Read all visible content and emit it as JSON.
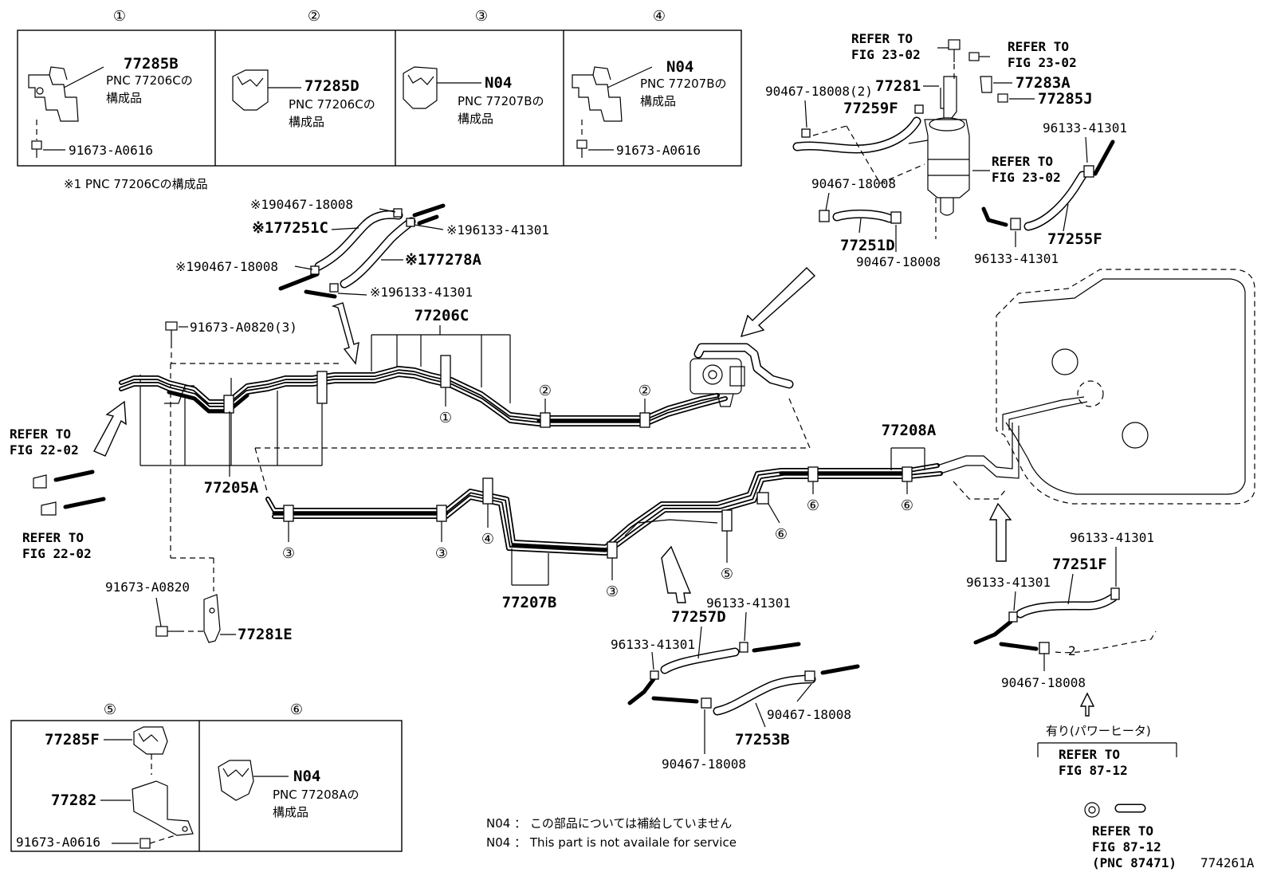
{
  "detail_panels": {
    "top": [
      {
        "index": "①",
        "part": "77285B",
        "pnc": "PNC 77206Cの",
        "note": "構成品",
        "bolt": "91673-A0616"
      },
      {
        "index": "②",
        "part": "77285D",
        "pnc": "PNC 77206Cの",
        "note": "構成品"
      },
      {
        "index": "③",
        "part": "N04",
        "pnc": "PNC 77207Bの",
        "note": "構成品"
      },
      {
        "index": "④",
        "part": "N04",
        "pnc": "PNC 77207Bの",
        "note": "構成品",
        "bolt": "91673-A0616"
      }
    ],
    "bottom": [
      {
        "index": "⑤",
        "parts": [
          "77285F",
          "77282",
          "91673-A0616"
        ]
      },
      {
        "index": "⑥",
        "part": "N04",
        "pnc": "PNC 77208Aの",
        "note": "構成品"
      }
    ]
  },
  "footnote_star1": "※1 PNC 77206Cの構成品",
  "star_parts": [
    "※190467-18008",
    "※177251C",
    "※196133-41301",
    "※190467-18008",
    "※177278A",
    "※196133-41301"
  ],
  "labels": {
    "p91673_A0820_3": "91673-A0820(3)",
    "p77206C": "77206C",
    "p77205A": "77205A",
    "p77207B": "77207B",
    "p77208A": "77208A",
    "p91673_A0820": "91673-A0820",
    "p77281E": "77281E",
    "p96133_a": "96133-41301",
    "p77257D": "77257D",
    "p96133_b": "96133-41301",
    "p90467_a": "90467-18008",
    "p77253B": "77253B",
    "p90467_b": "90467-18008",
    "p96133_c": "96133-41301",
    "p77251F": "77251F",
    "p96133_d": "96133-41301",
    "p90467_c": "90467-18008",
    "p90467_2": "90467-18008(2)",
    "p77281": "77281",
    "p77259F": "77259F",
    "p77283A": "77283A",
    "p77285J": "77285J",
    "p96133_e": "96133-41301",
    "p90467_d": "90467-18008",
    "p77251D": "77251D",
    "p90467_e": "90467-18008",
    "p77255F": "77255F",
    "p96133_f": "96133-41301"
  },
  "callout_numbers": [
    "①",
    "②",
    "②",
    "③",
    "③",
    "④",
    "③",
    "⑤",
    "⑥",
    "⑥",
    "⑥"
  ],
  "refer_to": {
    "fig_22_02_a": [
      "REFER TO",
      "FIG 22-02"
    ],
    "fig_22_02_b": [
      "REFER TO",
      "FIG 22-02"
    ],
    "fig_23_02_a": [
      "REFER TO",
      "FIG 23-02"
    ],
    "fig_23_02_b": [
      "REFER TO",
      "FIG 23-02"
    ],
    "fig_23_02_c": [
      "REFER TO",
      "FIG 23-02"
    ],
    "fig_87_12_a": [
      "REFER TO",
      "FIG 87-12"
    ],
    "fig_87_12_b": [
      "REFER TO",
      "FIG 87-12",
      "(PNC 87471)"
    ]
  },
  "power_heater": "有り(パワーヒータ)",
  "notes": [
    "N04 ： この部品については補給していません",
    "N04 ： This part is not availale for service"
  ],
  "figure_id": "774261A"
}
